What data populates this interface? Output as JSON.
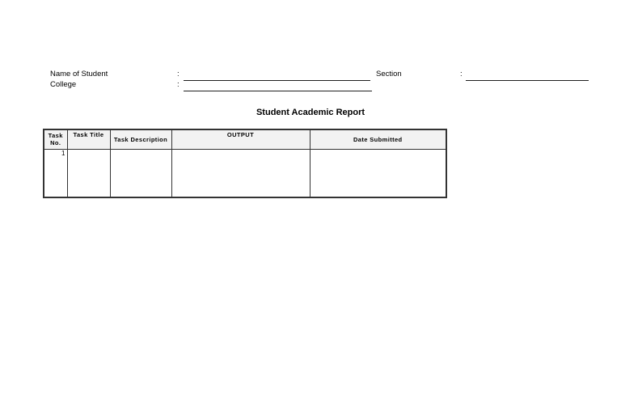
{
  "page": {
    "background_color": "#ffffff"
  },
  "header_fields": {
    "name_of_student": {
      "label": "Name of Student",
      "separator": ":",
      "value": ""
    },
    "college": {
      "label": "College",
      "separator": ":",
      "value": ""
    },
    "section": {
      "label": "Section",
      "separator": ":",
      "value": ""
    }
  },
  "report": {
    "title": "Student Academic Report",
    "table": {
      "columns": [
        {
          "key": "task_no",
          "label": "Task No."
        },
        {
          "key": "task_title",
          "label": "Task Title"
        },
        {
          "key": "task_description",
          "label": "Task Description"
        },
        {
          "key": "output",
          "label": "OUTPUT"
        },
        {
          "key": "date_submitted",
          "label": "Date Submitted"
        }
      ],
      "rows": [
        {
          "task_no": "1",
          "task_title": "",
          "task_description": "",
          "output": "",
          "date_submitted": ""
        }
      ]
    }
  },
  "colors": {
    "table_border": "#333333",
    "header_fill": "#f2f2f2",
    "fill_line": "#1f1f1f",
    "text": "#000000"
  }
}
